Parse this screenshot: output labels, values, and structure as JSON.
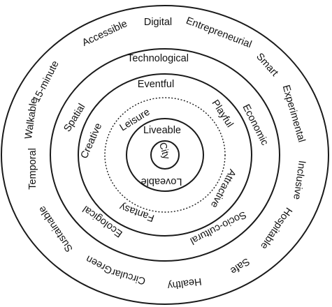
{
  "diagram": {
    "core": "City",
    "ring1": [
      "Liveable",
      "Loveable"
    ],
    "ring2": [
      "Leisure",
      "Playful",
      "Attractive",
      "Fantasy",
      "Creative"
    ],
    "ring3": [
      "Eventful",
      "Economic",
      "Socio-cultural",
      "Ecological",
      "Spatial"
    ],
    "ring4": [
      "Technological"
    ],
    "ring5": [
      "Digital",
      "Entrepreneurial",
      "Smart",
      "Experimental",
      "Inclusive",
      "Hospitable",
      "Safe",
      "Healthy",
      "Circular",
      "Green",
      "Sustainable",
      "Temporal",
      "Walkable",
      "15-minute",
      "Accessible"
    ]
  }
}
